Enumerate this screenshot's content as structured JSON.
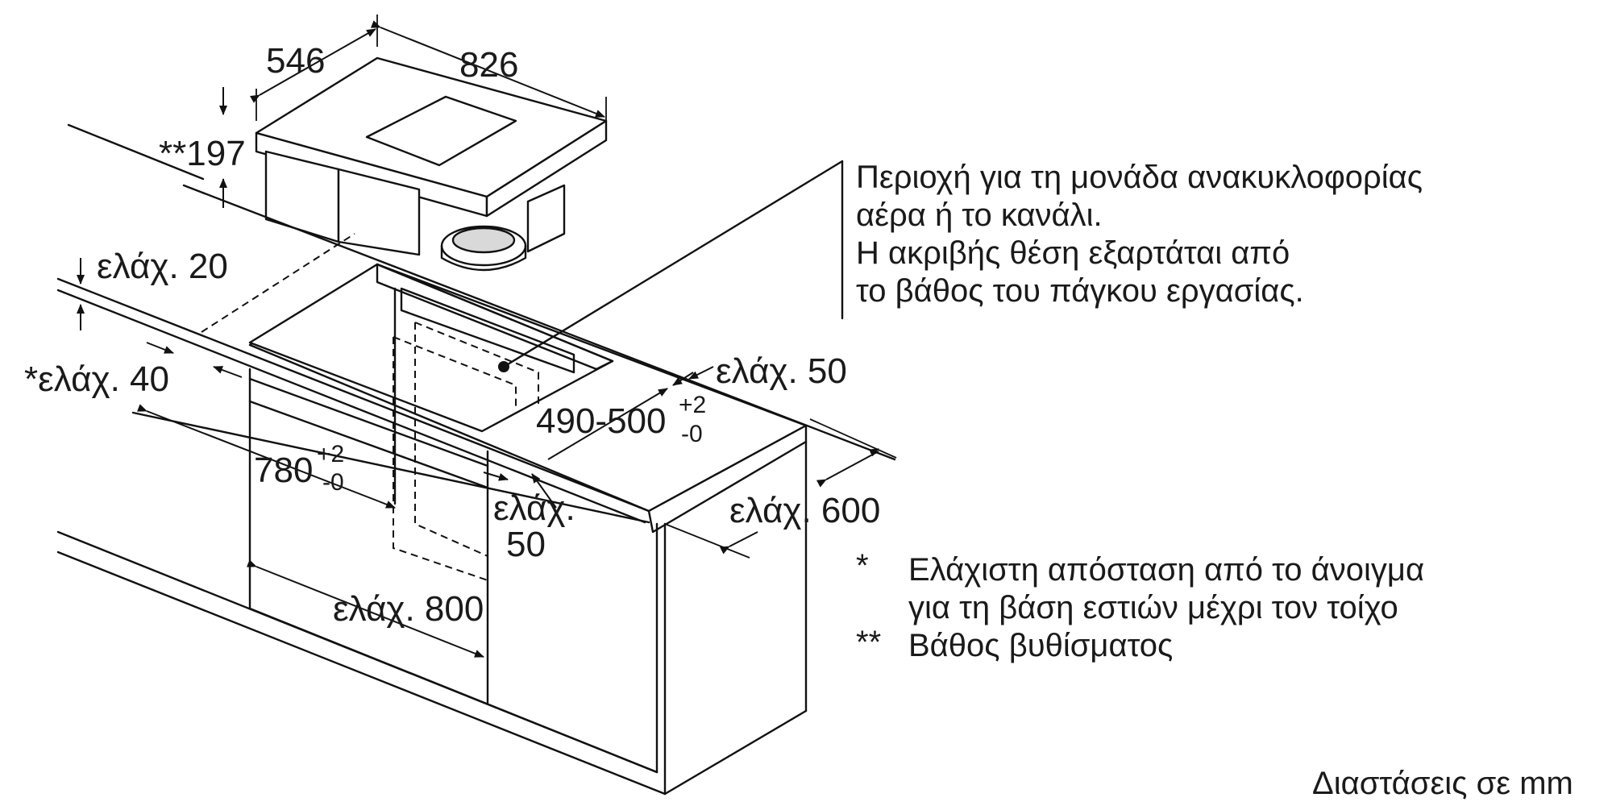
{
  "dimensions": {
    "hob_depth": "546",
    "hob_width": "826",
    "immersion_depth": "**197",
    "min_20": "ελάχ. 20",
    "min_40": "*ελάχ. 40",
    "min_50_right": "ελάχ. 50",
    "cutout_depth": "490-500",
    "cutout_depth_tol_plus": "+2",
    "cutout_depth_tol_minus": "-0",
    "cutout_width": "780",
    "cutout_width_tol_plus": "+2",
    "cutout_width_tol_minus": "-0",
    "min_50_front_line1": "ελάχ.",
    "min_50_front_line2": "50",
    "min_600": "ελάχ. 600",
    "min_800": "ελάχ. 800"
  },
  "callout": {
    "line1": "Περιοχή για τη μονάδα ανακυκλοφορίας",
    "line2": "αέρα ή το κανάλι.",
    "line3": "Η ακριβής θέση εξαρτάται από",
    "line4": "το βάθος του πάγκου εργασίας."
  },
  "footnotes": {
    "star1_marker": "*",
    "star1_line1": "Ελάχιστη απόσταση από το άνοιγμα",
    "star1_line2": "για τη βάση εστιών μέχρι τον τοίχο",
    "star2_marker": "**",
    "star2_text": "Βάθος βυθίσματος"
  },
  "units_note": "Διαστάσεις σε mm"
}
